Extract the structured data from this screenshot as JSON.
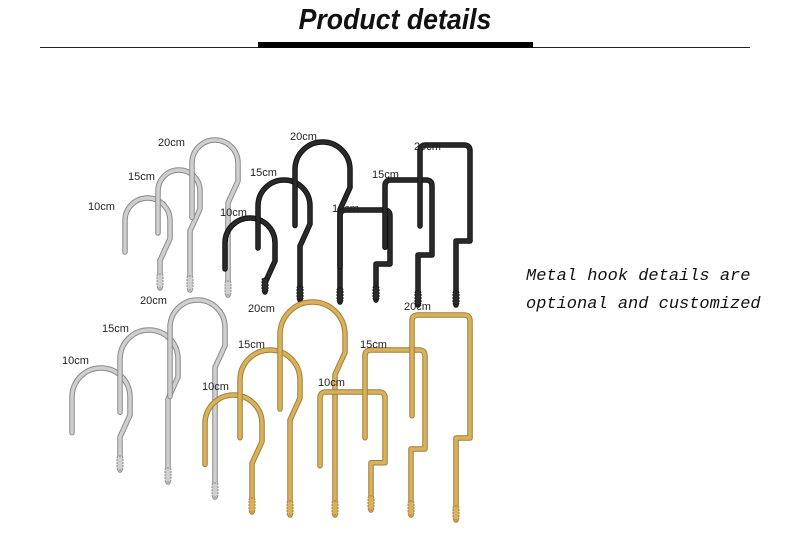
{
  "header": {
    "title": "Product details"
  },
  "description": {
    "line1": "Metal hook details are",
    "line2": "optional and customized"
  },
  "colors": {
    "silver": "#cfcfcf",
    "black": "#2a2a2a",
    "gold": "#d8b15e"
  },
  "hook_groups": [
    {
      "name": "silver-round-top",
      "finish": "silver",
      "style": "round",
      "sizes": [
        "10cm",
        "15cm",
        "20cm"
      ]
    },
    {
      "name": "black-round",
      "finish": "black",
      "style": "round",
      "sizes": [
        "10cm",
        "15cm",
        "20cm"
      ]
    },
    {
      "name": "black-square",
      "finish": "black",
      "style": "square",
      "sizes": [
        "10cm",
        "15cm",
        "20cm"
      ]
    },
    {
      "name": "silver-round-bottom",
      "finish": "silver",
      "style": "round",
      "sizes": [
        "10cm",
        "15cm",
        "20cm"
      ]
    },
    {
      "name": "gold-round",
      "finish": "gold",
      "style": "round",
      "sizes": [
        "10cm",
        "15cm",
        "20cm"
      ]
    },
    {
      "name": "gold-square",
      "finish": "gold",
      "style": "square",
      "sizes": [
        "10cm",
        "15cm",
        "20cm"
      ]
    }
  ]
}
